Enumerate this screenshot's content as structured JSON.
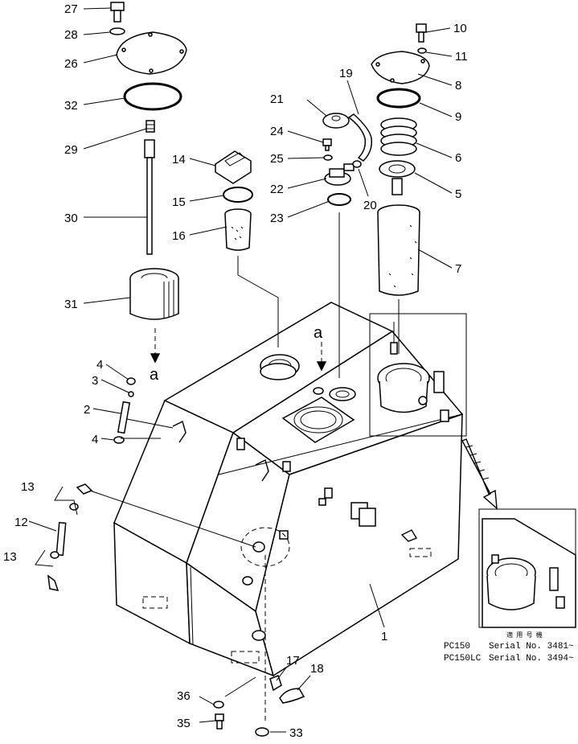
{
  "diagram": {
    "callouts": [
      {
        "id": "n1",
        "label": "1"
      },
      {
        "id": "n2",
        "label": "2"
      },
      {
        "id": "n3",
        "label": "3"
      },
      {
        "id": "n4a",
        "label": "4"
      },
      {
        "id": "n4b",
        "label": "4"
      },
      {
        "id": "n5",
        "label": "5"
      },
      {
        "id": "n6",
        "label": "6"
      },
      {
        "id": "n7",
        "label": "7"
      },
      {
        "id": "n8",
        "label": "8"
      },
      {
        "id": "n9",
        "label": "9"
      },
      {
        "id": "n10",
        "label": "10"
      },
      {
        "id": "n11",
        "label": "11"
      },
      {
        "id": "n12",
        "label": "12"
      },
      {
        "id": "n13a",
        "label": "13"
      },
      {
        "id": "n13b",
        "label": "13"
      },
      {
        "id": "n14",
        "label": "14"
      },
      {
        "id": "n15",
        "label": "15"
      },
      {
        "id": "n16",
        "label": "16"
      },
      {
        "id": "n17",
        "label": "17"
      },
      {
        "id": "n18",
        "label": "18"
      },
      {
        "id": "n19",
        "label": "19"
      },
      {
        "id": "n20",
        "label": "20"
      },
      {
        "id": "n21",
        "label": "21"
      },
      {
        "id": "n22",
        "label": "22"
      },
      {
        "id": "n23",
        "label": "23"
      },
      {
        "id": "n24",
        "label": "24"
      },
      {
        "id": "n25",
        "label": "25"
      },
      {
        "id": "n26",
        "label": "26"
      },
      {
        "id": "n27",
        "label": "27"
      },
      {
        "id": "n28",
        "label": "28"
      },
      {
        "id": "n29",
        "label": "29"
      },
      {
        "id": "n30",
        "label": "30"
      },
      {
        "id": "n31",
        "label": "31"
      },
      {
        "id": "n32",
        "label": "32"
      },
      {
        "id": "n33",
        "label": "33"
      },
      {
        "id": "n35",
        "label": "35"
      },
      {
        "id": "n36",
        "label": "36"
      }
    ],
    "view_refs": [
      {
        "id": "ref_a1",
        "label": "a"
      },
      {
        "id": "ref_a2",
        "label": "a"
      }
    ],
    "applicability": {
      "heading": "適 用 号 機",
      "rows": [
        {
          "model": "PC150",
          "serial": "Serial No. 3481~"
        },
        {
          "model": "PC150LC",
          "serial": "Serial No. 3494~"
        }
      ]
    }
  }
}
